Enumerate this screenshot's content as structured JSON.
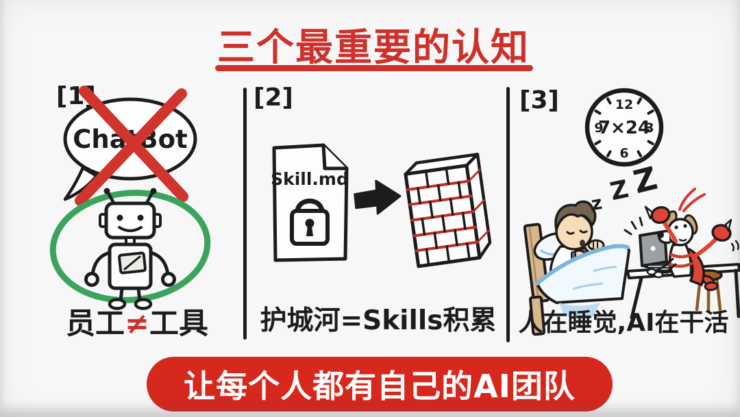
{
  "colors": {
    "red": "#ce312a",
    "banner_red": "#d7281e",
    "green": "#3ba45c",
    "ink": "#1c1c1c",
    "lobster_red": "#e14433",
    "wood_tan": "#d8b78c",
    "blanket_blue": "#7fb5dc"
  },
  "title": {
    "text": "三个最重要的认知"
  },
  "panels": [
    {
      "label": "[1]",
      "bubble_text": "ChatBot",
      "caption": {
        "left": "员工",
        "symbol": "≠",
        "right": "工具"
      }
    },
    {
      "label": "[2]",
      "file_name": "Skill.md",
      "caption": "护城河=Skills积累"
    },
    {
      "label": "[3]",
      "clock": {
        "center": "7×24",
        "n12": "12",
        "n3": "3",
        "n6": "6",
        "n9": "9"
      },
      "sleep": {
        "z1": "z",
        "z2": "Z",
        "z3": "Z"
      },
      "caption": "人在睡觉,AI在干活"
    }
  ],
  "banner": {
    "text": "让每个人都有自己的AI团队"
  }
}
